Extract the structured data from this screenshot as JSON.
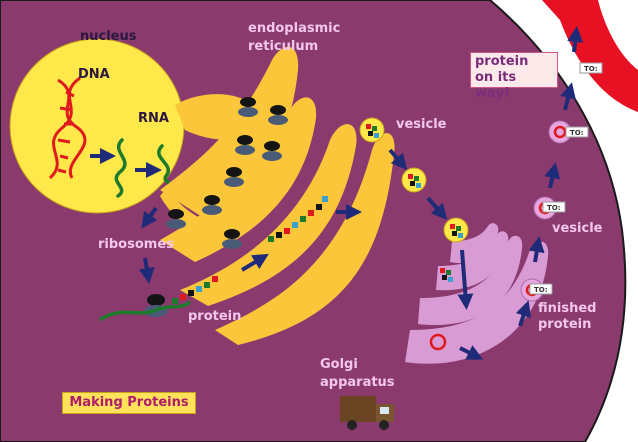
{
  "title": "Making Proteins",
  "labels": {
    "nucleus": "nucleus",
    "dna": "DNA",
    "rna": "RNA",
    "er_line1": "endoplasmic",
    "er_line2": "reticulum",
    "ribosomes": "ribosomes",
    "protein": "protein",
    "vesicle_top": "vesicle",
    "vesicle_right": "vesicle",
    "golgi_line1": "Golgi",
    "golgi_line2": "apparatus",
    "finished_line1": "finished",
    "finished_line2": "protein"
  },
  "callout": {
    "line1": "protein",
    "line2": "on its way!"
  },
  "tags": [
    "TO:",
    "TO:",
    "TO:",
    "TO:"
  ],
  "colors": {
    "cell": "#8b3a6e",
    "cell_border": "#1a1a1a",
    "nucleus": "#ffe84a",
    "er": "#fcc63a",
    "golgi": "#d89bd3",
    "membrane": "#e81123",
    "arrow": "#1f2a78",
    "dna": "#e0191e",
    "rna": "#1c7a2a",
    "ribosome_dark": "#141414",
    "ribosome_light": "#4a5b78"
  },
  "icons": [
    "delivery-truck-icon",
    "arrow-icon",
    "ribosome-icon",
    "vesicle-icon"
  ]
}
